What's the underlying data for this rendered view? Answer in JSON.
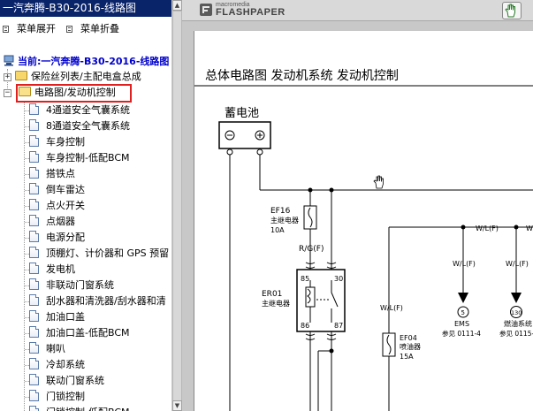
{
  "left_pane": {
    "title": "一汽奔腾-B30-2016-线路图",
    "menu": {
      "expand_label": "菜单展开",
      "collapse_label": "菜单折叠"
    },
    "tree_root_label": "当前:一汽奔腾-B30-2016-线路图",
    "folders": [
      {
        "label": "保险丝列表/主配电盒总成",
        "expanded": false
      },
      {
        "label": "电路图/发动机控制",
        "expanded": true,
        "highlighted": true
      }
    ],
    "items": [
      "4通道安全气囊系统",
      "8通道安全气囊系统",
      "车身控制",
      "车身控制-低配BCM",
      "搭铁点",
      "倒车雷达",
      "点火开关",
      "点烟器",
      "电源分配",
      "顶棚灯、计价器和 GPS 预留",
      "发电机",
      "非联动门窗系统",
      "刮水器和清洗器/刮水器和清",
      "加油口盖",
      "加油口盖-低配BCM",
      "喇叭",
      "冷却系统",
      "联动门窗系统",
      "门锁控制",
      "门锁控制-低配BCM"
    ]
  },
  "viewer": {
    "logo_top": "macromedia",
    "logo_main": "FLASHPAPER",
    "hand_tool_icon": "hand-icon",
    "accent_colors": {
      "title_bar": "#0a246a",
      "highlight_box": "#e02020",
      "tree_root_text": "#0000cc"
    }
  },
  "diagram": {
    "title": "总体电路图  发动机系统  发动机控制",
    "battery_label": "蓄电池",
    "battery_neg": "⊖",
    "battery_pos": "⊕",
    "fuse_ef16": {
      "id": "EF16",
      "name": "主继电器",
      "rating": "10A"
    },
    "wire_rg": "R/G(F)",
    "relay": {
      "id": "ER01",
      "name": "主继电器",
      "pins": [
        "85",
        "30",
        "86",
        "87"
      ]
    },
    "wire_wl_main": "W/L(F)",
    "wire_wl_1": "W/L(F)",
    "wire_wl_2": "W/L(F)",
    "wire_wl_3": "W/L(F)",
    "wire_wl_4": "W/L(F)",
    "fuse_ef04": {
      "id": "EF04",
      "name": "喷油器",
      "rating": "15A"
    },
    "ems": {
      "pin": "5",
      "name": "EMS",
      "ref": "参见 0111-4"
    },
    "fuel": {
      "pin": "130",
      "name": "燃油系统",
      "ref": "参见 0115-"
    }
  }
}
